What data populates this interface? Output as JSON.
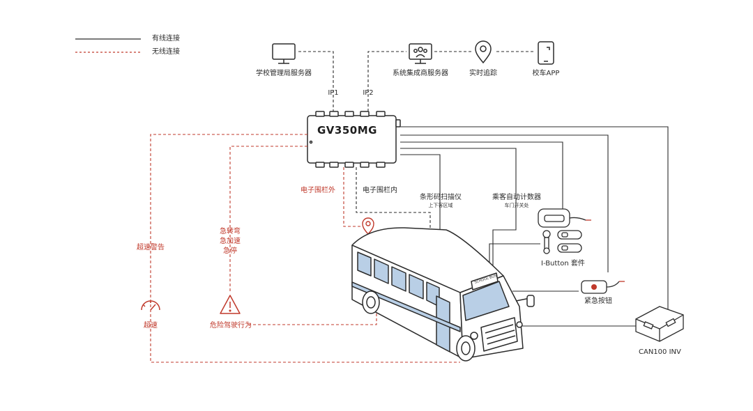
{
  "legend": {
    "wired": "有线连接",
    "wireless": "无线连接"
  },
  "top_nodes": {
    "school_server": "学校管理局服务器",
    "integrator_server": "系统集成商服务器",
    "tracking": "实时追踪",
    "app": "校车APP"
  },
  "links": {
    "ip1": "IP1",
    "ip2": "IP2"
  },
  "device": {
    "name": "GV350MG"
  },
  "geofence": {
    "outside": "电子围栏外",
    "inside": "电子围栏内"
  },
  "peripherals": {
    "barcode": {
      "title": "条形码扫描仪",
      "sub": "上下客区域"
    },
    "counter": {
      "title": "乘客自动计数器",
      "sub": "车门开关处"
    },
    "ibutton": "I-Button 套件",
    "panic": "紧急按钮",
    "can": "CAN100 INV"
  },
  "alerts": {
    "speeding_alert": "超速警告",
    "speeding": "超速",
    "harsh": [
      "急转弯",
      "急加速",
      "急停"
    ],
    "danger": "危险驾驶行为"
  },
  "bus_text": "SCHOOL BUS",
  "colors": {
    "line": "#2b2b2b",
    "alert": "#c0392b",
    "bus_glass": "#b9cfe6"
  }
}
